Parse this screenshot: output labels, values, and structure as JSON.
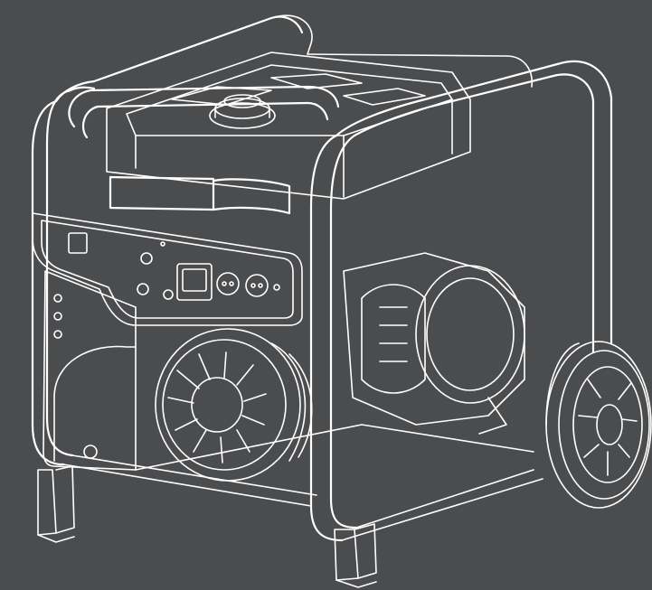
{
  "image": {
    "subject": "portable-generator-line-drawing",
    "colors": {
      "background": "#4b4c4e",
      "line": "#ffffff"
    },
    "parts": [
      "frame-handle",
      "fuel-tank",
      "fuel-cap",
      "control-panel",
      "digital-meter",
      "ac-outlet",
      "recoil-starter",
      "alternator",
      "wheel",
      "support-leg"
    ]
  }
}
